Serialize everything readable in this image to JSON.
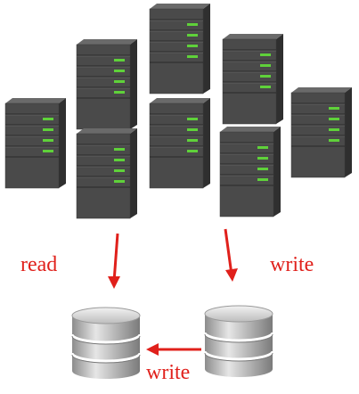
{
  "labels": {
    "read": "read",
    "write_right": "write",
    "write_bottom": "write"
  },
  "colors": {
    "arrow": "#e0201b",
    "server_face": "#4a4a4a",
    "server_side": "#2f2f2f",
    "server_top": "#6a6a6a",
    "led": "#5fd13a",
    "db_body": "#9a9a9a",
    "db_top": "#d9d9d9"
  },
  "icons": {
    "server": "server-tower-icon",
    "database": "database-cylinder-icon"
  }
}
